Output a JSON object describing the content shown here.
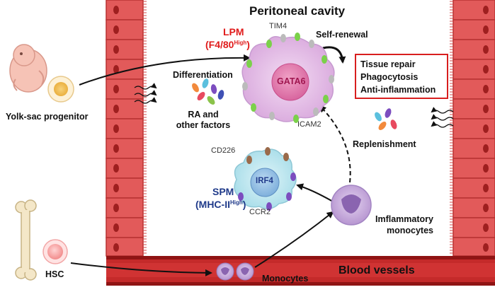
{
  "title": "Peritoneal cavity",
  "lpm": {
    "name": "LPM",
    "marker_prefix": "(F4/80",
    "marker_sup": "High",
    "marker_suffix": ")",
    "transcription_factor": "GATA6",
    "surface_markers": [
      "TIM4",
      "ICAM2"
    ],
    "self_renewal": "Self-renewal",
    "color": "#e01b1b"
  },
  "spm": {
    "name": "SPM",
    "marker_prefix": "(MHC-II",
    "marker_sup": "High",
    "marker_suffix": ")",
    "transcription_factor": "IRF4",
    "surface_markers": [
      "CD226",
      "CCR2"
    ],
    "color": "#1f3a8a"
  },
  "functions": [
    "Tissue repair",
    "Phagocytosis",
    "Anti-inflammation"
  ],
  "labels": {
    "differentiation": "Differentiation",
    "ra_factors_line1": "RA and",
    "ra_factors_line2": "other factors",
    "replenishment": "Replenishment",
    "yolk_sac": "Yolk-sac progenitor",
    "hsc": "HSC",
    "monocytes": "Monocytes",
    "inflammatory_line1": "Imflammatory",
    "inflammatory_line2": "monocytes",
    "blood_vessels": "Blood vessels"
  }
}
